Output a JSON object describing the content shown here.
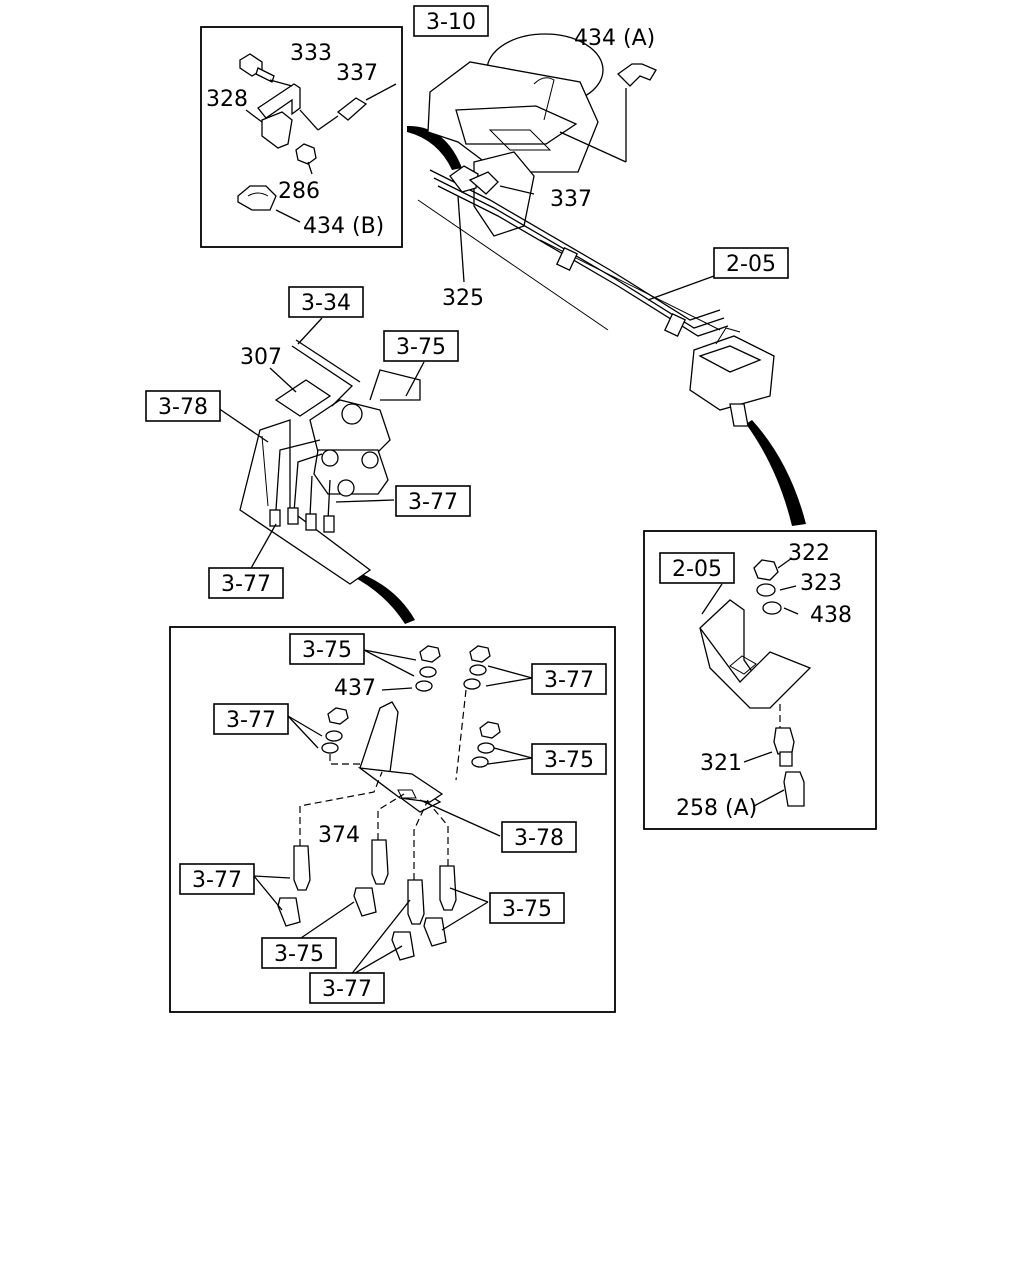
{
  "diagram": {
    "part_numbers": {
      "p333": "333",
      "p337_inset": "337",
      "p328": "328",
      "p286": "286",
      "p434b": "434 (B)",
      "p434a": "434 (A)",
      "p337_main": "337",
      "p325": "325",
      "p307": "307",
      "p322": "322",
      "p323": "323",
      "p438": "438",
      "p321": "321",
      "p258a": "258 (A)",
      "p437": "437",
      "p374": "374"
    },
    "section_refs": {
      "r310": "3-10",
      "r205_main": "2-05",
      "r334": "3-34",
      "r375_top": "3-75",
      "r378_main": "3-78",
      "r377_mid": "3-77",
      "r377_low": "3-77",
      "r205_inset": "2-05",
      "r375_a": "3-75",
      "r377_a": "3-77",
      "r377_b": "3-77",
      "r375_b": "3-75",
      "r378_inset": "3-78",
      "r377_c": "3-77",
      "r375_c": "3-75",
      "r375_d": "3-75",
      "r377_d": "3-77"
    },
    "icons": [
      "fitting-icon",
      "nut-icon",
      "washer-icon",
      "bracket-icon",
      "clip-icon",
      "valve-icon",
      "pipe-icon"
    ]
  }
}
